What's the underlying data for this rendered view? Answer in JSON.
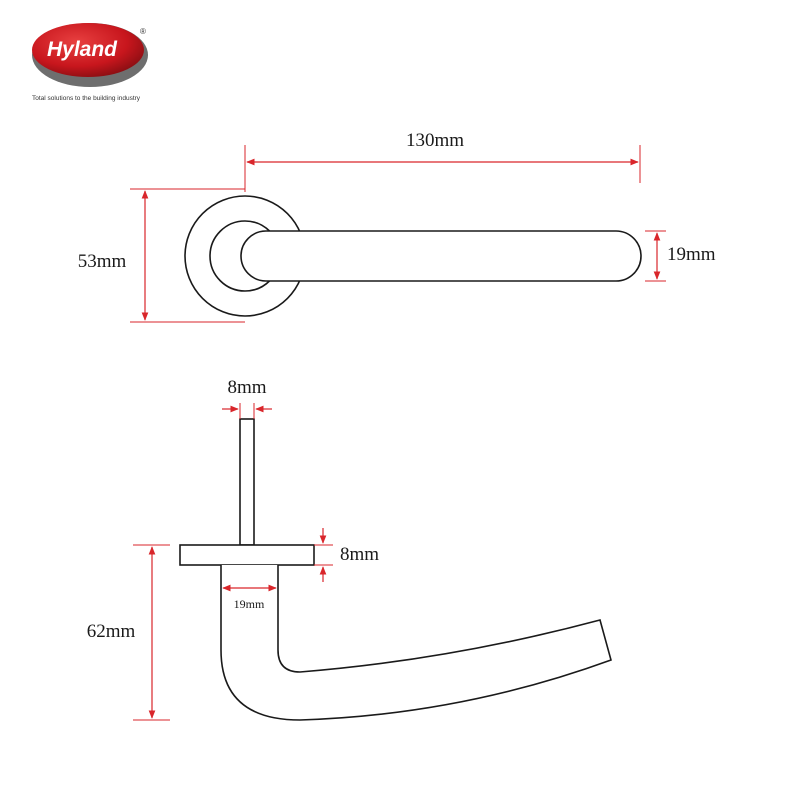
{
  "logo": {
    "name": "Hyland",
    "registered_mark": "®",
    "tagline": "Total solutions to the building industry"
  },
  "top_view": {
    "length": "130mm",
    "rose_diameter": "53mm",
    "lever_width": "19mm"
  },
  "side_view": {
    "spindle_width": "8mm",
    "rose_thickness": "8mm",
    "projection": "62mm",
    "neck_width": "19mm"
  },
  "colors": {
    "dimension_line": "#d9262b",
    "outline": "#1a1a1a",
    "logo_red": "#c8161d",
    "logo_grey": "#6e6e6e"
  }
}
